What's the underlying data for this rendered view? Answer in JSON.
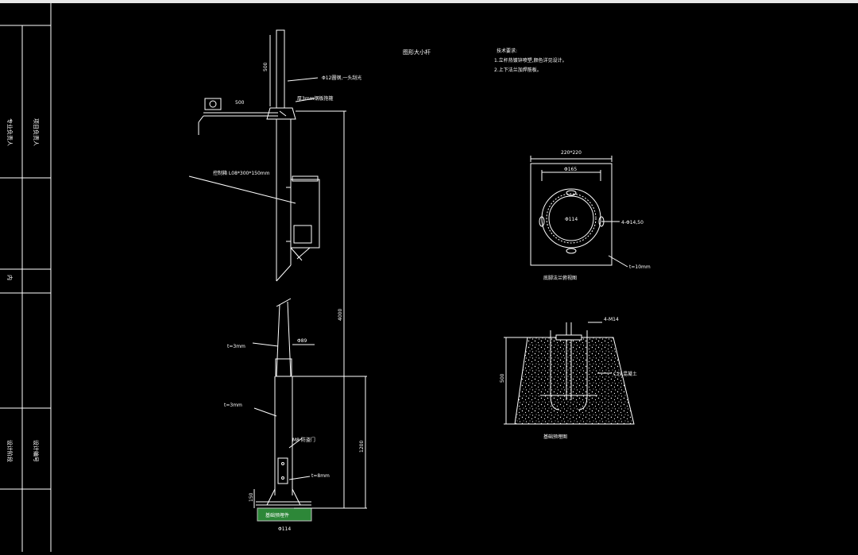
{
  "window": {
    "title_bar_color": "#e8e8e8",
    "background": "#000000",
    "line_color": "#ffffff",
    "accent": "#3cb44b"
  },
  "title_block": {
    "cells": [
      "项目负责人",
      "专业负责人",
      "内",
      "设计编号",
      "设计阶段"
    ]
  },
  "drawing": {
    "title": "图形大小杆",
    "notes": [
      "技术要求:",
      "1.立杆热镀锌喷塑,颜色详见设计。",
      "2.上下法兰加焊筋板。"
    ],
    "pole": {
      "dim_top": "500",
      "arm_length": "500",
      "pipe_label": "Φ12圆钢,一头刮光",
      "hoop_label": "厚3mm钢板抱箍",
      "box_label": "控制箱 L08*300*150mm",
      "height": "4000",
      "base_height": "1200",
      "upper_thickness": "t=3mm",
      "lower_thickness": "t=3mm",
      "upper_dia": "Φ89",
      "door_label": "M8 防盗门",
      "plate_thickness": "t=8mm",
      "base_dim": "150",
      "base_dia": "Φ114",
      "base_fill_label": "基础预埋件"
    },
    "plan_view": {
      "size_label": "220*220",
      "inner_dia": "Φ165",
      "pipe_dia": "Φ114",
      "bolt_label": "4-Φ14,50",
      "thickness": "t=10mm",
      "caption": "底脚法兰俯视图"
    },
    "foundation": {
      "bolt_label": "4-M14",
      "depth": "500",
      "concrete_label": "C25混凝土",
      "caption": "基础预埋图"
    }
  }
}
